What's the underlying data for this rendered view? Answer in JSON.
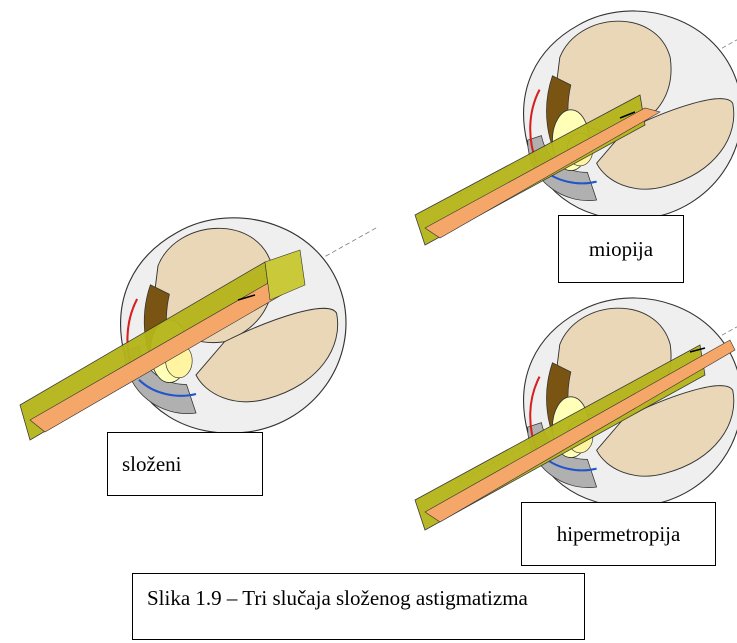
{
  "figure": {
    "labels": {
      "complex": "složeni",
      "myopia": "miopija",
      "hypermetropia": "hipermetropija"
    },
    "caption": "Slika 1.9 – Tri slučaja složenog astigmatizma"
  },
  "colors": {
    "sclera": "#efefef",
    "vitreous": "#e9d7b8",
    "choroid": "#7a5412",
    "lens": "#ffffb8",
    "beam_vertical": "#b5b51a",
    "beam_horizontal": "#f5a76a",
    "cornea_red": "#d62020",
    "cornea_blue": "#2255cc"
  }
}
